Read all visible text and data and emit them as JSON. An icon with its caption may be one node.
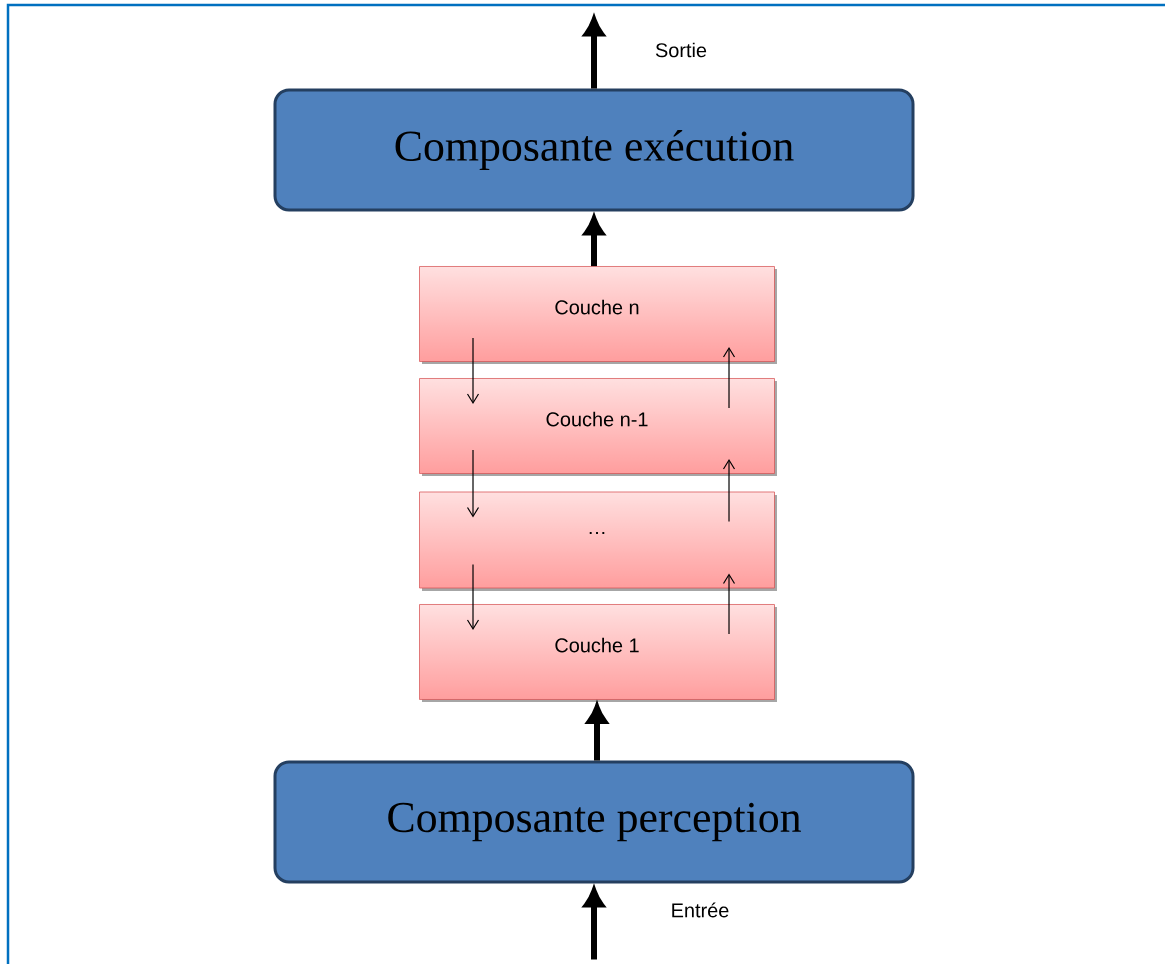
{
  "diagram": {
    "nodes": [
      {
        "text": [
          "Composante exécution"
        ]
      },
      {
        "text": [
          "Couche n"
        ]
      },
      {
        "text": [
          "Couche n-1"
        ]
      },
      {
        "text": [
          "…"
        ]
      },
      {
        "text": [
          "Couche 1"
        ]
      },
      {
        "text": [
          "Composante perception"
        ]
      }
    ],
    "edges": [
      {
        "from": 0,
        "to": null,
        "arrow": "to",
        "style": "thick",
        "label": "Sortie"
      },
      {
        "from": 1,
        "to": 0,
        "arrow": "to",
        "style": "thick"
      },
      {
        "from": 1,
        "to": 2,
        "arrow": "to"
      },
      {
        "from": 2,
        "to": 3,
        "arrow": "to"
      },
      {
        "from": 3,
        "to": 4,
        "arrow": "to"
      },
      {
        "from": 4,
        "to": 3,
        "arrow": "to"
      },
      {
        "from": 3,
        "to": 2,
        "arrow": "to"
      },
      {
        "from": 2,
        "to": 1,
        "arrow": "to"
      },
      {
        "from": 5,
        "to": 4,
        "arrow": "to",
        "style": "thick"
      },
      {
        "from": null,
        "to": 5,
        "arrow": "to",
        "style": "thick",
        "label": "Entrée"
      }
    ]
  }
}
